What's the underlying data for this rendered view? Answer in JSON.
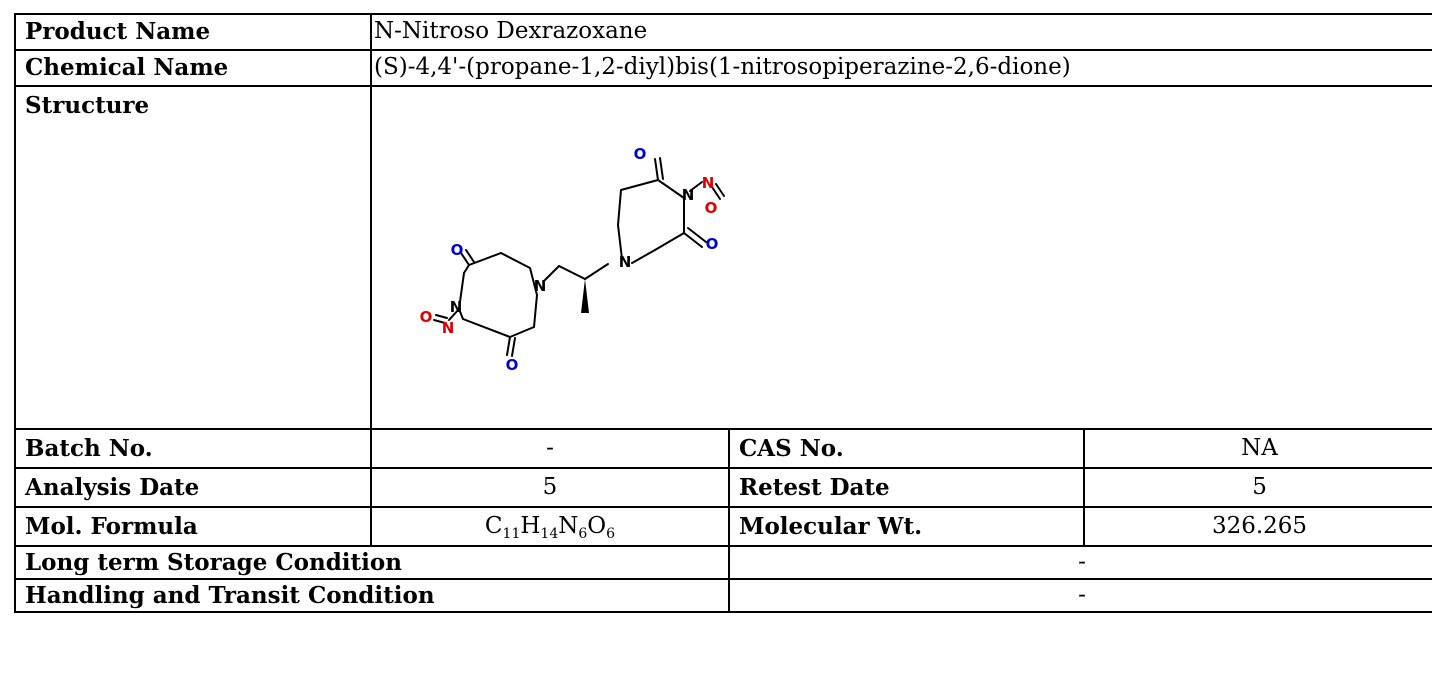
{
  "rows": {
    "product_name": {
      "label": "Product Name",
      "value": "N-Nitroso Dexrazoxane"
    },
    "chemical_name": {
      "label": "Chemical Name",
      "value": "(S)-4,4'-(propane-1,2-diyl)bis(1-nitrosopiperazine-2,6-dione)"
    },
    "structure": {
      "label": "Structure",
      "atoms": {
        "o1": "O",
        "o2": "O",
        "o3": "O",
        "o4": "O",
        "o5": "O",
        "o6": "O",
        "n1": "N",
        "n2": "N",
        "n3": "N",
        "n4": "N",
        "n5": "N",
        "n6": "N"
      },
      "colors": {
        "oxygen_carbonyl": "#0000cc",
        "nitroso": "#dd0000",
        "bond": "#000000"
      }
    },
    "batch_no": {
      "label": "Batch No.",
      "value": "-"
    },
    "cas_no": {
      "label": "CAS No.",
      "value": "NA"
    },
    "analysis_date": {
      "label": "Analysis Date",
      "value": "5"
    },
    "retest_date": {
      "label": "Retest Date",
      "value": "5"
    },
    "mol_formula": {
      "label": "Mol. Formula",
      "parts": [
        {
          "el": "C",
          "n": "11"
        },
        {
          "el": "H",
          "n": "14"
        },
        {
          "el": "N",
          "n": "6"
        },
        {
          "el": "O",
          "n": "6"
        }
      ]
    },
    "molecular_wt": {
      "label": "Molecular Wt.",
      "value": "326.265"
    },
    "long_term_storage": {
      "label": "Long term Storage Condition",
      "value": "-"
    },
    "handling_transit": {
      "label": "Handling and Transit Condition",
      "value": "-"
    }
  }
}
